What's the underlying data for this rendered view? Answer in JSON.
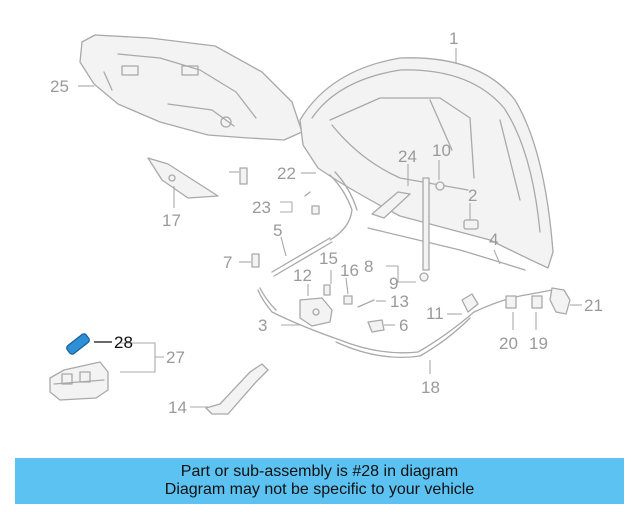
{
  "diagram": {
    "callouts": {
      "c1": "1",
      "c2": "2",
      "c3": "3",
      "c4": "4",
      "c5": "5",
      "c6": "6",
      "c7": "7",
      "c8": "8",
      "c9": "9",
      "c10": "10",
      "c11": "11",
      "c12": "12",
      "c13": "13",
      "c14": "14",
      "c15": "15",
      "c16": "16",
      "c17": "17",
      "c18": "18",
      "c19": "19",
      "c20": "20",
      "c21": "21",
      "c22": "22",
      "c23": "23",
      "c24": "24",
      "c25": "25",
      "c27": "27",
      "c28": "28"
    },
    "highlighted_part": "28"
  },
  "banner": {
    "line1": "Part or sub-assembly is #28 in diagram",
    "line2": "Diagram may not be specific to your vehicle",
    "color": "#5bc2f2"
  }
}
